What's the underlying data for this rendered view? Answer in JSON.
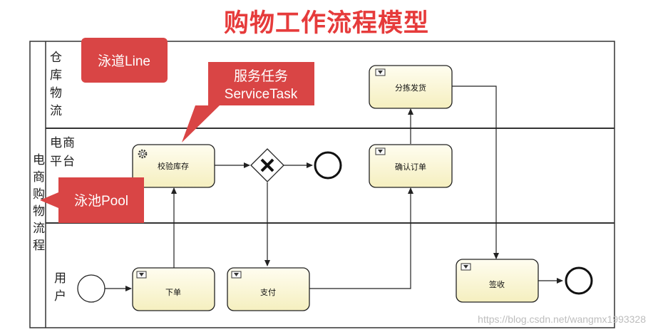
{
  "title": "购物工作流程模型",
  "pool": {
    "label": "电商购物流程"
  },
  "lanes": [
    {
      "id": "warehouse",
      "label": "仓库物流"
    },
    {
      "id": "platform",
      "label": "电商平台"
    },
    {
      "id": "user",
      "label": "用户"
    }
  ],
  "tasks": {
    "check_stock": "校验库存",
    "pick_ship": "分拣发货",
    "confirm_order": "确认订单",
    "place_order": "下单",
    "pay": "支付",
    "receive": "签收"
  },
  "callouts": {
    "lane": "泳道Line",
    "service_task": [
      "服务任务",
      "ServiceTask"
    ],
    "pool": "泳池Pool"
  },
  "watermark": "https://blog.csdn.net/wangmx1993328",
  "colors": {
    "title": "#e63b3b",
    "callout": "#d94545",
    "task_fill": "#fbf7d4",
    "task_stroke": "#222222"
  }
}
